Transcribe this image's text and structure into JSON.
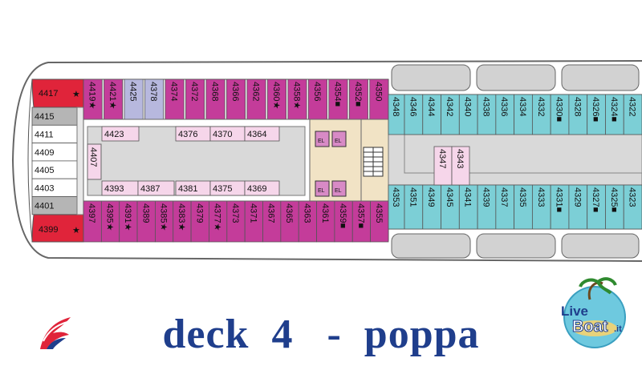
{
  "title": "deck  4   -  poppa",
  "colors": {
    "hull": "#ffffff",
    "outline": "#666666",
    "magenta": "#c43c9a",
    "magenta_light": "#d88ac6",
    "teal": "#7ccfd6",
    "pink_pale": "#f6d6ea",
    "lavender": "#b7b8de",
    "gray_room": "#b5b5b5",
    "gray_corridor": "#d9d9d9",
    "red": "#e0243a",
    "stair_tan": "#f1e3c5",
    "title_blue": "#1f3e8c"
  },
  "cabins": {
    "aft_red_top": "4417",
    "aft_red_bottom": "4399",
    "aft_left": [
      "4415",
      "4411",
      "4409",
      "4405",
      "4403",
      "4401"
    ],
    "top_row_magenta": [
      "4419",
      "4421",
      "4425",
      "4378",
      "4374",
      "4372",
      "4368",
      "4366",
      "4362",
      "4360",
      "4358",
      "4356",
      "4354",
      "4352",
      "4350"
    ],
    "top_row_marks": [
      "4419",
      "4421",
      "4360",
      "4358",
      "4354",
      "4352"
    ],
    "inner_top": [
      "4423",
      "4376",
      "4370",
      "4364"
    ],
    "inner_left": "4407",
    "inner_bottom": [
      "4393",
      "4387",
      "4381",
      "4375",
      "4369"
    ],
    "bottom_row_magenta": [
      "4397",
      "4395",
      "4391",
      "4389",
      "4385",
      "4383",
      "4379",
      "4377",
      "4373",
      "4371",
      "4367",
      "4365",
      "4363",
      "4361",
      "4359",
      "4357",
      "4355"
    ],
    "bottom_row_marks": [
      "4395",
      "4391",
      "4385",
      "4383",
      "4377",
      "4359",
      "4357"
    ],
    "top_row_teal": [
      "4348",
      "4346",
      "4344",
      "4342",
      "4340",
      "4338",
      "4336",
      "4334",
      "4332",
      "4330",
      "4328",
      "4326",
      "4324",
      "4322"
    ],
    "top_teal_marks": [
      "4330",
      "4326",
      "4324"
    ],
    "mid_teal": [
      "4347",
      "4343"
    ],
    "bottom_row_teal": [
      "4353",
      "4351",
      "4349",
      "4345",
      "4341",
      "4339",
      "4337",
      "4335",
      "4333",
      "4331",
      "4329",
      "4327",
      "4325",
      "4323"
    ],
    "bottom_teal_marks": [
      "4331",
      "4327",
      "4325"
    ]
  },
  "elevators": [
    "EL",
    "EL",
    "EL",
    "EL"
  ],
  "logo_right_text": {
    "live": "Live",
    "boat": "Boat",
    "it": ".it"
  }
}
